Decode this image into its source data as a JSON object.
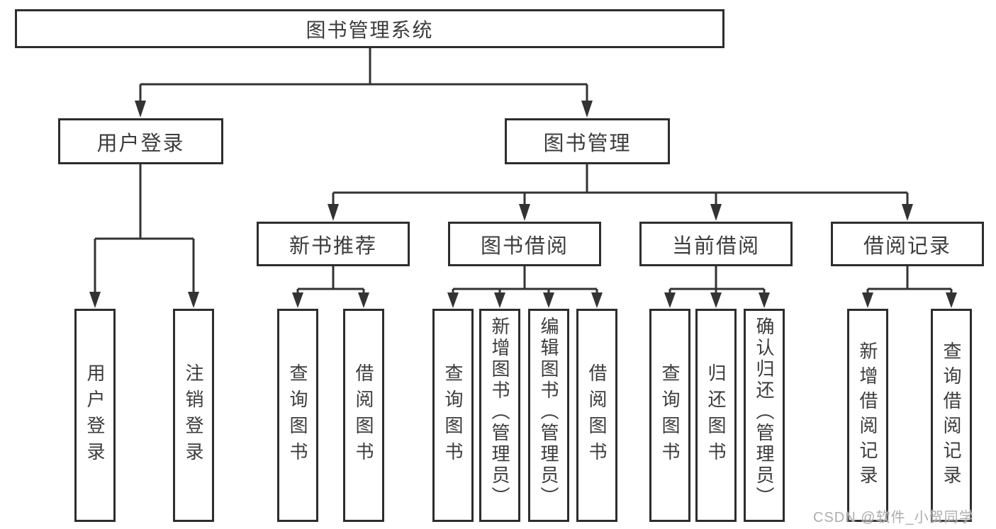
{
  "diagram_title": "图书管理系统",
  "nodes": {
    "root": {
      "label": "图书管理系统"
    },
    "user_login": {
      "label": "用户登录",
      "children": [
        "用户登录",
        "注销登录"
      ]
    },
    "book_management": {
      "label": "图书管理",
      "children": {
        "new_book_recommend": {
          "label": "新书推荐",
          "children": [
            "查询图书",
            "借阅图书"
          ]
        },
        "book_borrow": {
          "label": "图书借阅",
          "children": [
            "查询图书",
            "新增图书（管理员）",
            "编辑图书（管理员）",
            "借阅图书"
          ]
        },
        "current_borrow": {
          "label": "当前借阅",
          "children": [
            "查询图书",
            "归还图书",
            "确认归还（管理员）"
          ]
        },
        "borrow_records": {
          "label": "借阅记录",
          "children": [
            "新增借阅记录",
            "查询借阅记录"
          ]
        }
      }
    }
  },
  "watermark": "CSDN @软件_小贺同学",
  "colors": {
    "line": "#333333",
    "border": "#2d2d2d",
    "text": "#3c3c3c",
    "background": "#ffffff",
    "watermark": "#aeadad"
  }
}
